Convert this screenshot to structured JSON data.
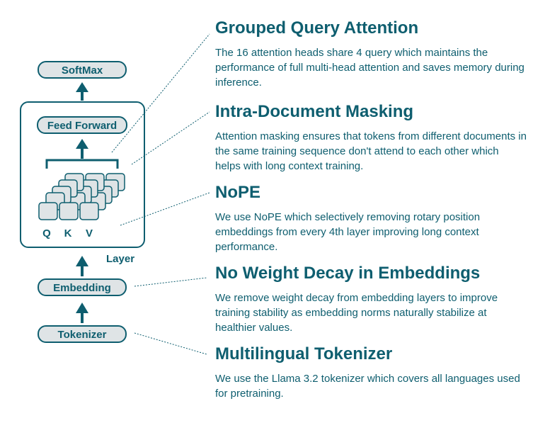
{
  "diagram": {
    "softmax": "SoftMax",
    "feed_forward": "Feed Forward",
    "q": "Q",
    "k": "K",
    "v": "V",
    "layer": "Layer",
    "embedding": "Embedding",
    "tokenizer": "Tokenizer"
  },
  "features": [
    {
      "title": "Grouped Query Attention",
      "description": "The 16 attention heads share 4 query which maintains the performance of full multi-head attention and saves memory during inference."
    },
    {
      "title": "Intra-Document Masking",
      "description": "Attention masking ensures that tokens from different documents in the same training sequence don't attend to each other which helps with long context training."
    },
    {
      "title": "NoPE",
      "description": "We use NoPE which selectively removing rotary position embeddings from every 4th layer improving long context performance."
    },
    {
      "title": "No Weight Decay in Embeddings",
      "description": "We remove weight decay from embedding layers to improve training stability as embedding norms naturally stabilize at healthier values."
    },
    {
      "title": "Multilingual Tokenizer",
      "description": "We use the Llama 3.2 tokenizer which covers all languages used for pretraining."
    }
  ],
  "colors": {
    "accent": "#0e5e6f",
    "box_fill": "#dfe4e6"
  }
}
